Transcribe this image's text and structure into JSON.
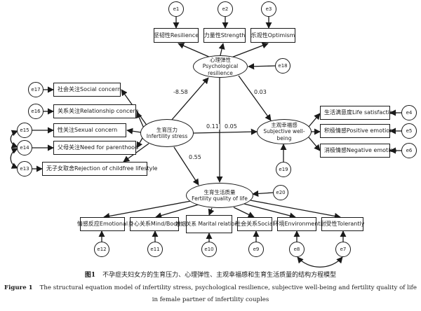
{
  "latent": {
    "resilience": {
      "line1": "心理弹性",
      "line2": "Psychological resilience"
    },
    "stress": {
      "line1": "生育压力",
      "line2": "Infertility stress"
    },
    "wellbeing": {
      "line1": "主观幸福感",
      "line2": "Subjective well-being"
    },
    "fql": {
      "line1": "生育生活质量",
      "line2": "Fertility quality of life"
    }
  },
  "indicators": {
    "resilience_items": [
      "坚韧性Resilience",
      "力量性Strength",
      "乐观性Optimism"
    ],
    "stress_items": [
      "社会关注Social concern",
      "关系关注Relationship concern",
      "性关注Sexual concern",
      "父母关注Need for parenthood",
      "无子女取舍Rejection of childfree lifestyle"
    ],
    "wellbeing_items": [
      "生活满意度Life satisfaction",
      "积极情感Positive emotion",
      "消极情感Negative emotion"
    ],
    "fql_items": [
      "情感反应Emotional",
      "身心关系Mind/Body",
      "婚姻关系 Marital relational",
      "社会关系Social",
      "环境Environment",
      "耐受性Tolerantly"
    ]
  },
  "errors": {
    "resilience": [
      "e1",
      "e2",
      "e3"
    ],
    "stress": [
      "e17",
      "e16",
      "e15",
      "e14",
      "e13"
    ],
    "wellbeing": [
      "e4",
      "e5",
      "e6"
    ],
    "fql": [
      "e12",
      "e11",
      "e10",
      "e9",
      "e8",
      "e7"
    ],
    "res_disturbance": "e18",
    "swb_disturbance": "e19",
    "fql_disturbance": "e20"
  },
  "coefficients": {
    "stress_to_resilience": "-8.58",
    "resilience_to_wellbeing": "0.03",
    "stress_to_wellbeing": "0.11",
    "resilience_to_fql": "0.05",
    "stress_to_fql": "0.55"
  },
  "caption": {
    "cn_num": "图1",
    "cn_text": "不孕症夫妇女方的生育压力、心理弹性、主观幸福感和生育生活质量的结构方程模型",
    "en_num": "Figure 1",
    "en_line1": "The structural equation model of infertility stress, psychological resilience, subjective well-being and fertility quality of life",
    "en_line2": "in female partner of infertility couples"
  }
}
